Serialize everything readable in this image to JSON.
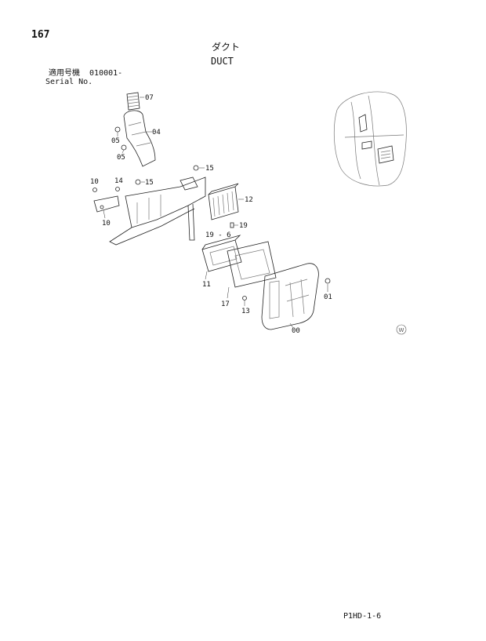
{
  "page": {
    "number": "167",
    "title_jp": "ダクト",
    "title_en": "DUCT",
    "serial_label_jp": "適用号機",
    "serial_value": "010001-",
    "serial_label_en": "Serial No.",
    "footer_code": "P1HD-1-6"
  },
  "diagram": {
    "callouts": [
      "07",
      "04",
      "05",
      "05",
      "10",
      "15",
      "15",
      "10",
      "14",
      "12",
      "19",
      "19 - 6",
      "11",
      "17",
      "13",
      "00",
      "01"
    ],
    "watermark": "W"
  }
}
